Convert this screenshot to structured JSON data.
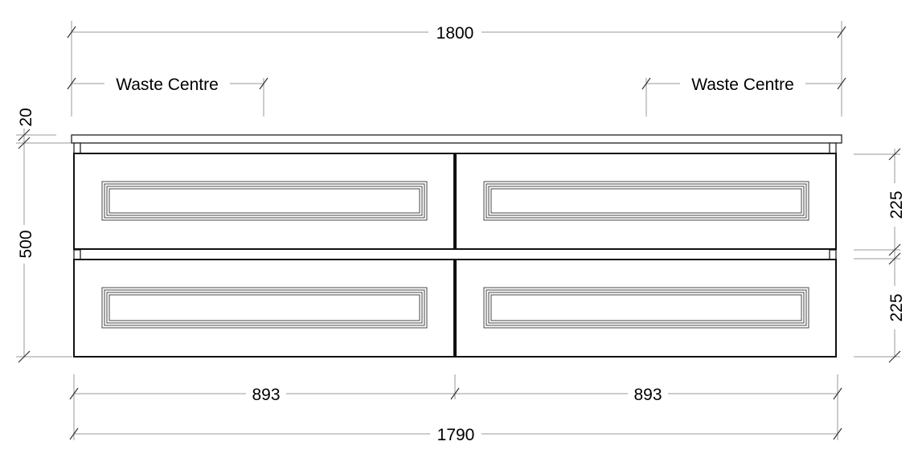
{
  "dimensions": {
    "overall_top": "1800",
    "waste_left": "Waste Centre",
    "waste_right": "Waste Centre",
    "top_thickness": "20",
    "height": "500",
    "drawer_upper": "225",
    "drawer_lower": "225",
    "width_left": "893",
    "width_right": "893",
    "overall_bottom": "1790"
  }
}
